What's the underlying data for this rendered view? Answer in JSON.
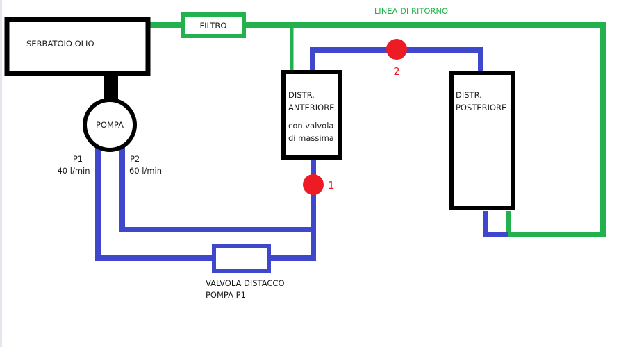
{
  "colors": {
    "pressure_line": "#3f48cc",
    "return_line": "#22b14c",
    "component_border": "#000000",
    "measure_point": "#ed1c24"
  },
  "components": {
    "tank": {
      "label": "SERBATOIO OLIO"
    },
    "pump": {
      "label": "POMPA"
    },
    "filter": {
      "label": "FILTRO"
    },
    "front_distributor": {
      "line1": "DISTR.",
      "line2": "ANTERIORE",
      "line3": "con valvola",
      "line4": "di massima"
    },
    "rear_distributor": {
      "line1": "DISTR.",
      "line2": "POSTERIORE"
    },
    "disconnect_valve": {
      "line1": "VALVOLA DISTACCO",
      "line2": "POMPA P1"
    }
  },
  "pump_outputs": {
    "p1": {
      "name": "P1",
      "flow": "40 l/min"
    },
    "p2": {
      "name": "P2",
      "flow": "60 l/min"
    }
  },
  "return_line": {
    "label": "LINEA DI RITORNO"
  },
  "measure_points": [
    {
      "id": "1"
    },
    {
      "id": "2"
    }
  ]
}
